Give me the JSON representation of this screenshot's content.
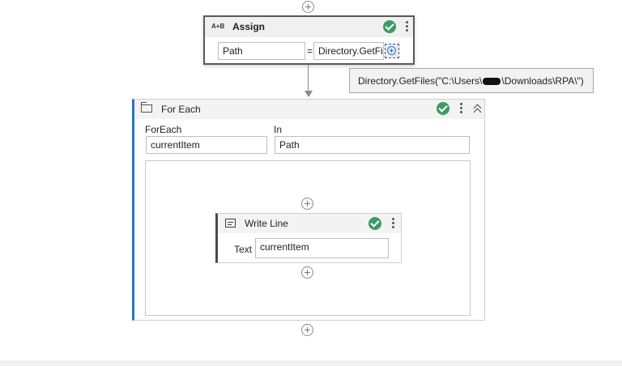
{
  "assign": {
    "icon_text": "A+B",
    "title": "Assign",
    "to_value": "Path",
    "equals": "=",
    "value_text": "Directory.GetFi",
    "icons": [
      "check-circle-icon",
      "kebab-menu-icon",
      "expression-editor-icon"
    ]
  },
  "tooltip": {
    "text_before": "Directory.GetFiles(\"C:\\Users\\",
    "text_after": "\\Downloads\\RPA\\\")"
  },
  "foreach": {
    "title": "For Each",
    "foreach_label": "ForEach",
    "foreach_value": "currentItem",
    "in_label": "In",
    "in_value": "Path",
    "icons": [
      "foreach-icon",
      "check-circle-icon",
      "kebab-menu-icon",
      "collapse-icon"
    ]
  },
  "writeline": {
    "title": "Write Line",
    "text_label": "Text",
    "text_value": "currentItem",
    "icons": [
      "writeline-icon",
      "check-circle-icon",
      "kebab-menu-icon"
    ]
  },
  "colors": {
    "success_green": "#3f9b63",
    "selection_blue": "#2a72c4",
    "header_gray": "#f0f0f0"
  }
}
